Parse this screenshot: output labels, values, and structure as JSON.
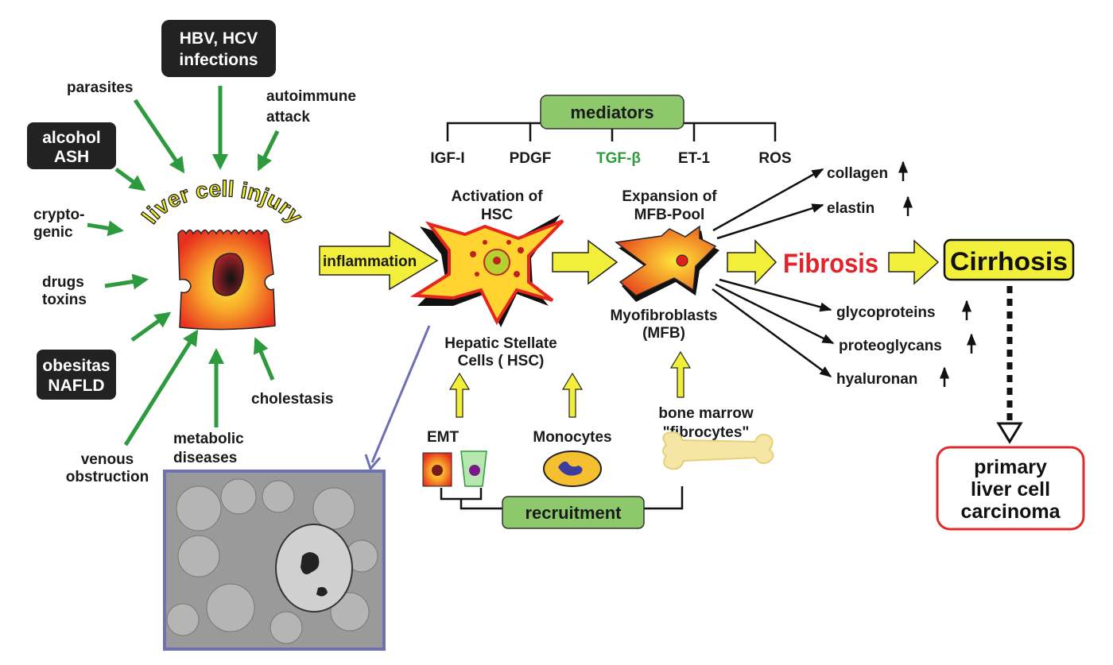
{
  "causes": {
    "hbv": [
      "HBV, HCV",
      "infections"
    ],
    "parasites": [
      "parasites"
    ],
    "autoimmune": [
      "autoimmune",
      "attack"
    ],
    "alcohol": [
      "alcohol",
      "ASH"
    ],
    "cryptogenic": [
      "crypto-",
      "genic"
    ],
    "drugs": [
      "drugs",
      "toxins"
    ],
    "obesitas": [
      "obesitas",
      "NAFLD"
    ],
    "venous": [
      "venous",
      "obstruction"
    ],
    "metabolic": [
      "metabolic",
      "diseases"
    ],
    "cholestasis": [
      "cholestasis"
    ]
  },
  "liver_cell_injury": "liver cell injury",
  "inflammation": "inflammation",
  "mediators": {
    "title": "mediators",
    "items": [
      "IGF-I",
      "PDGF",
      "TGF-β",
      "ET-1",
      "ROS"
    ],
    "highlight_color": "#2e9a3e"
  },
  "hsc": {
    "activation": [
      "Activation of",
      "HSC"
    ],
    "label": [
      "Hepatic Stellate",
      "Cells ( HSC)"
    ]
  },
  "mfb": {
    "expansion": [
      "Expansion of",
      "MFB-Pool"
    ],
    "label": [
      "Myofibroblasts",
      "(MFB)"
    ]
  },
  "fibrosis": "Fibrosis",
  "cirrhosis": "Cirrhosis",
  "ecm_products": [
    "collagen",
    "elastin",
    "glycoproteins",
    "proteoglycans",
    "hyaluronan"
  ],
  "carcinoma": [
    "primary",
    "liver cell",
    "carcinoma"
  ],
  "sources": {
    "emt": "EMT",
    "monocytes": "Monocytes",
    "bone_marrow": [
      "bone marrow",
      "\"fibrocytes\""
    ],
    "recruitment": "recruitment"
  },
  "colors": {
    "arrow_green": "#2e9a3e",
    "box_green": "#8dc96a",
    "yellow": "#f2ef3a",
    "fibrosis_red": "#e3222a",
    "carcinoma_border": "#e02a2a",
    "micrograph_border": "#6f6fb5"
  }
}
